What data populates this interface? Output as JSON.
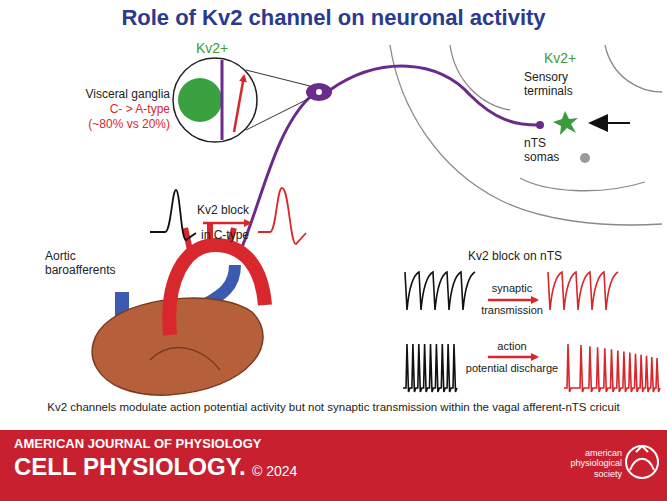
{
  "diagram": {
    "title": "Role of Kv2 channel on neuronal activity",
    "caption": "Kv2 channels modulate action potential activity but not synaptic transmission within the vagal afferent-nTS cricuit",
    "nodes": [
      {
        "text": [
          "Kv2+",
          "Sensory terminals",
          "nTS somas"
        ]
      }
    ],
    "labels": [
      "Kv2+",
      "Visceral ganglia",
      "C- > A-type",
      "(~80% vs 20%)",
      "Kv2 block",
      "in C-type",
      "Aortic baroafferents",
      "Kv2 block on nTS",
      "synaptic",
      "transmission",
      "action",
      "potential discharge",
      "AMERICAN JOURNAL OF PHYSIOLOGY",
      "CELL PHYSIOLOGY.",
      "© 2024",
      "american physiological society"
    ]
  }
}
